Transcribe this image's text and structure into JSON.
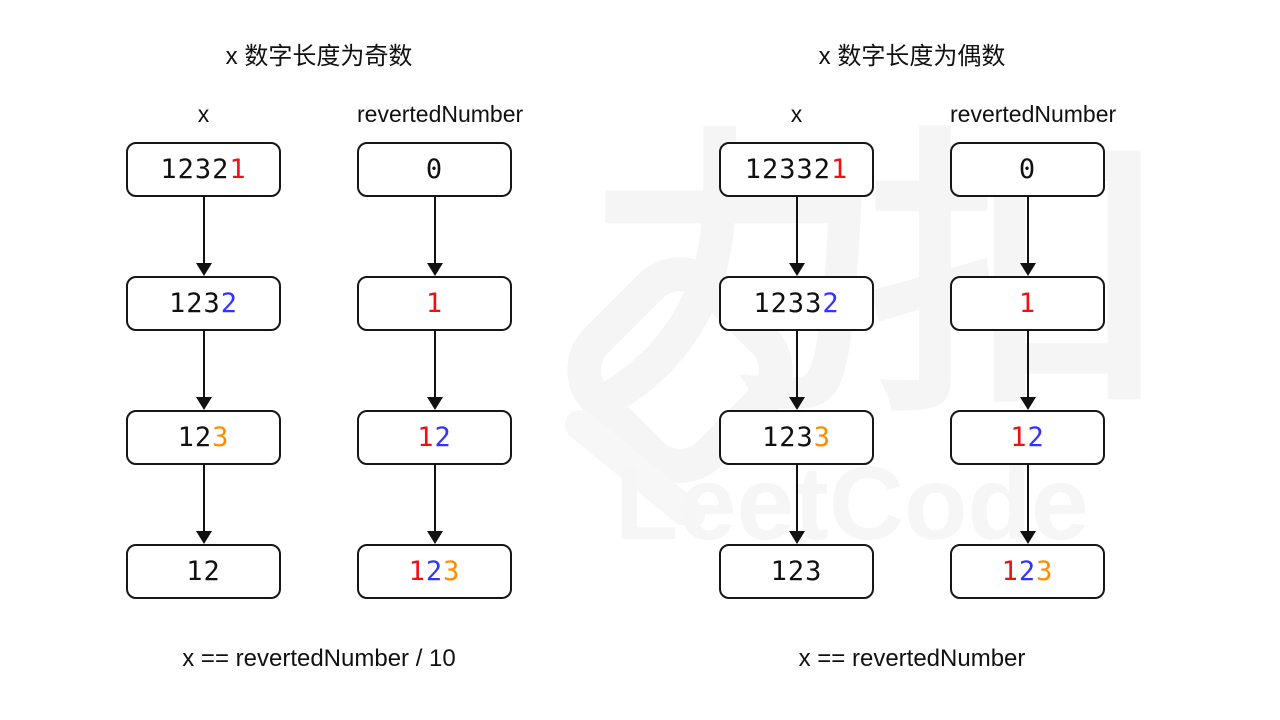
{
  "watermark": {
    "logo_icon": "leetcode-logo",
    "cn": "力扣",
    "en": "LeetCode",
    "color": "#f5f5f5"
  },
  "colors": {
    "black": "#111111",
    "red": "#ee1111",
    "blue": "#3333ff",
    "orange": "#ff8c00"
  },
  "panels": [
    {
      "title": "x 数字长度为奇数",
      "caption": "x == revertedNumber / 10",
      "columns": [
        {
          "header": "x",
          "boxes": [
            [
              {
                "t": "1232",
                "c": "black"
              },
              {
                "t": "1",
                "c": "red"
              }
            ],
            [
              {
                "t": "123",
                "c": "black"
              },
              {
                "t": "2",
                "c": "blue"
              }
            ],
            [
              {
                "t": "12",
                "c": "black"
              },
              {
                "t": "3",
                "c": "orange"
              }
            ],
            [
              {
                "t": "12",
                "c": "black"
              }
            ]
          ]
        },
        {
          "header": "revertedNumber",
          "boxes": [
            [
              {
                "t": "0",
                "c": "black"
              }
            ],
            [
              {
                "t": "1",
                "c": "red"
              }
            ],
            [
              {
                "t": "1",
                "c": "red"
              },
              {
                "t": "2",
                "c": "blue"
              }
            ],
            [
              {
                "t": "1",
                "c": "red"
              },
              {
                "t": "2",
                "c": "blue"
              },
              {
                "t": "3",
                "c": "orange"
              }
            ]
          ]
        }
      ]
    },
    {
      "title": "x 数字长度为偶数",
      "caption": "x == revertedNumber",
      "columns": [
        {
          "header": "x",
          "boxes": [
            [
              {
                "t": "12332",
                "c": "black"
              },
              {
                "t": "1",
                "c": "red"
              }
            ],
            [
              {
                "t": "1233",
                "c": "black"
              },
              {
                "t": "2",
                "c": "blue"
              }
            ],
            [
              {
                "t": "123",
                "c": "black"
              },
              {
                "t": "3",
                "c": "orange"
              }
            ],
            [
              {
                "t": "123",
                "c": "black"
              }
            ]
          ]
        },
        {
          "header": "revertedNumber",
          "boxes": [
            [
              {
                "t": "0",
                "c": "black"
              }
            ],
            [
              {
                "t": "1",
                "c": "red"
              }
            ],
            [
              {
                "t": "1",
                "c": "red"
              },
              {
                "t": "2",
                "c": "blue"
              }
            ],
            [
              {
                "t": "1",
                "c": "red"
              },
              {
                "t": "2",
                "c": "blue"
              },
              {
                "t": "3",
                "c": "orange"
              }
            ]
          ]
        }
      ]
    }
  ]
}
